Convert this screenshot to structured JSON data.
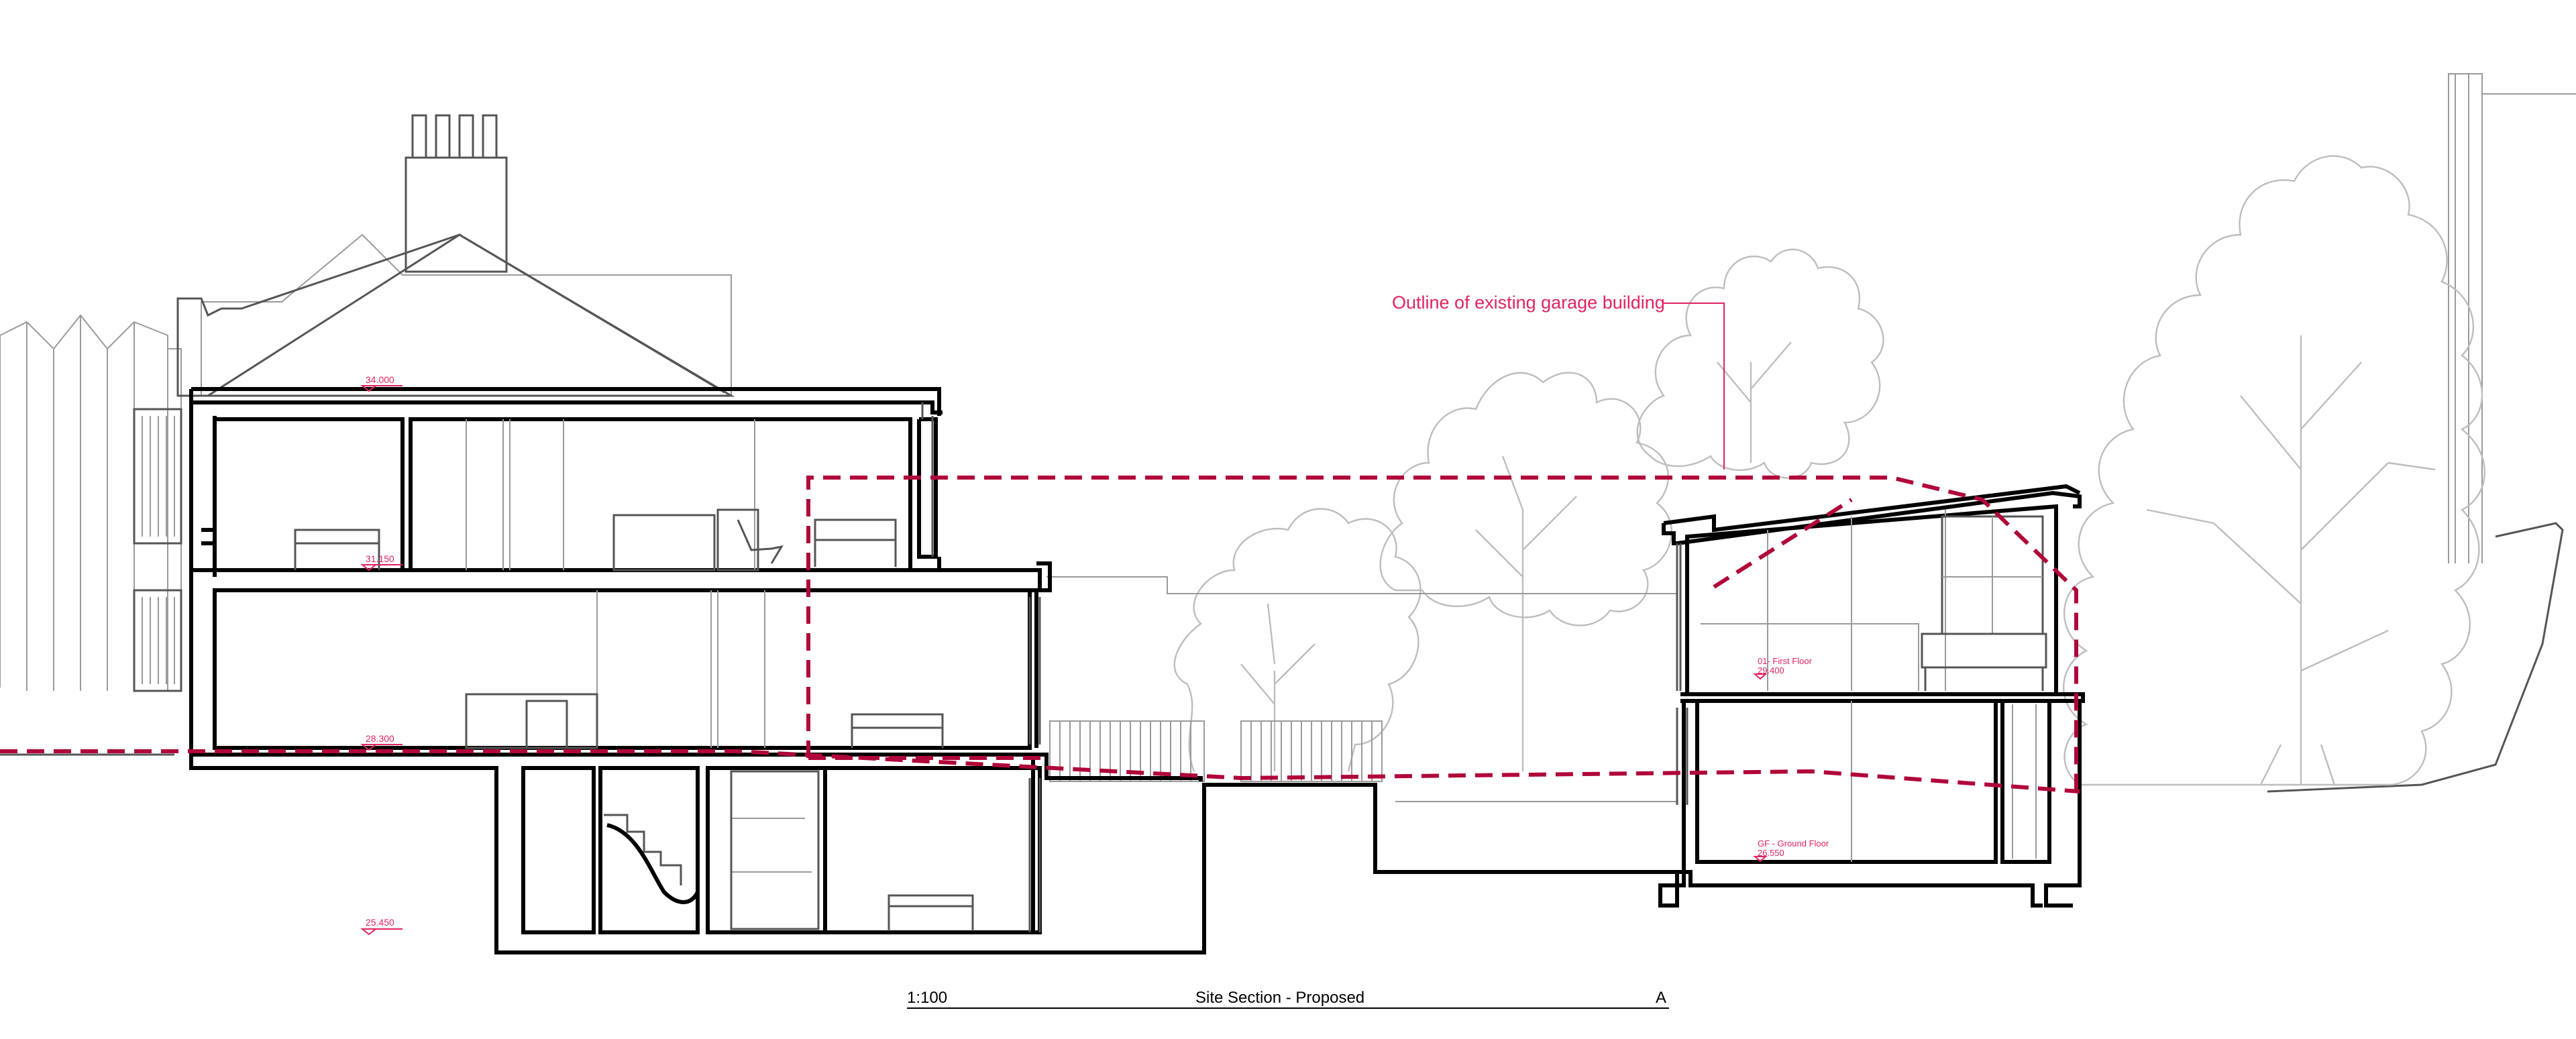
{
  "drawing": {
    "annotation": "Outline of existing garage building",
    "levels": [
      {
        "id": "roof",
        "value": "34.000"
      },
      {
        "id": "upper",
        "value": "31.150"
      },
      {
        "id": "ground",
        "value": "28.300"
      },
      {
        "id": "basement",
        "value": "25.450"
      }
    ],
    "garage_levels": [
      {
        "id": "first",
        "name": "01- First Floor",
        "value": "29.400"
      },
      {
        "id": "ground",
        "name": "GF - Ground Floor",
        "value": "26.550"
      }
    ],
    "title_block": {
      "scale": "1:100",
      "title": "Site Section - Proposed",
      "ref": "A"
    },
    "colors": {
      "annotation": "#e0245e",
      "existing_outline": "#b0063a",
      "cut_line": "#000000",
      "context": "#bdbdbd"
    }
  }
}
